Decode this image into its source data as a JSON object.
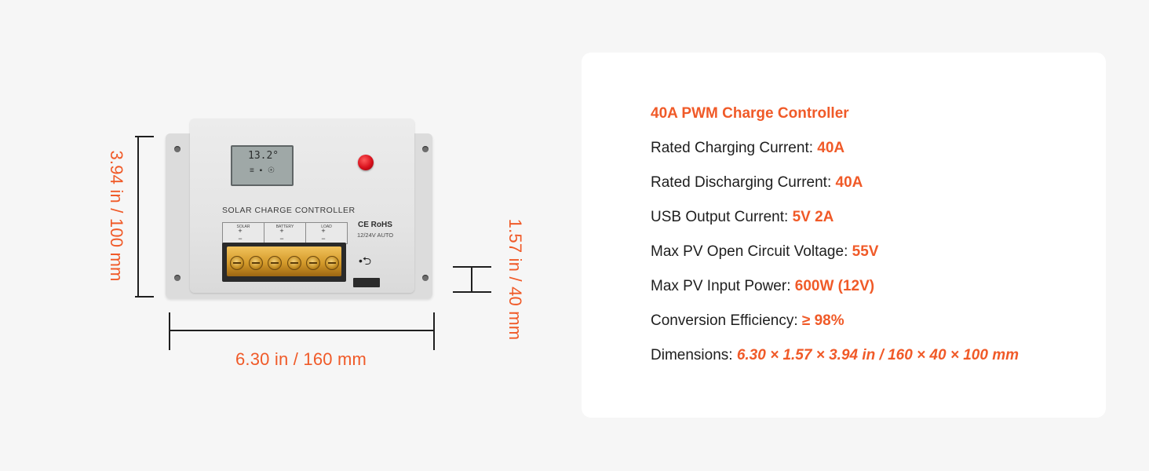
{
  "dimensions": {
    "width_label": "6.30 in / 160 mm",
    "height_label": "3.94 in / 100 mm",
    "depth_label": "1.57 in / 40 mm"
  },
  "device": {
    "lcd_reading": "13.2°",
    "lcd_icons": "≡ ▪ ☉",
    "panel_label": "SOLAR CHARGE CONTROLLER",
    "certifications": "CE RoHS",
    "voltage_mode": "12/24V AUTO",
    "terminals": [
      {
        "label": "SOLAR",
        "polarity": "+ −"
      },
      {
        "label": "BATTERY",
        "polarity": "+ −"
      },
      {
        "label": "LOAD",
        "polarity": "+ −"
      }
    ],
    "usb_symbol": "•⮌"
  },
  "specs": {
    "title": "40A PWM Charge Controller",
    "rows": [
      {
        "label": "Rated Charging Current: ",
        "value": "40A"
      },
      {
        "label": "Rated Discharging Current: ",
        "value": "40A"
      },
      {
        "label": "USB Output Current: ",
        "value": "5V 2A"
      },
      {
        "label": "Max PV Open Circuit Voltage: ",
        "value": "55V"
      },
      {
        "label": "Max PV Input Power: ",
        "value": "600W (12V)"
      },
      {
        "label": "Conversion Efficiency: ",
        "value": "≥ 98%"
      },
      {
        "label": "Dimensions: ",
        "value": "6.30 × 1.57 × 3.94 in / 160 × 40 × 100 mm"
      }
    ]
  },
  "colors": {
    "accent": "#f05a28",
    "background": "#f6f6f6",
    "card": "#ffffff"
  }
}
